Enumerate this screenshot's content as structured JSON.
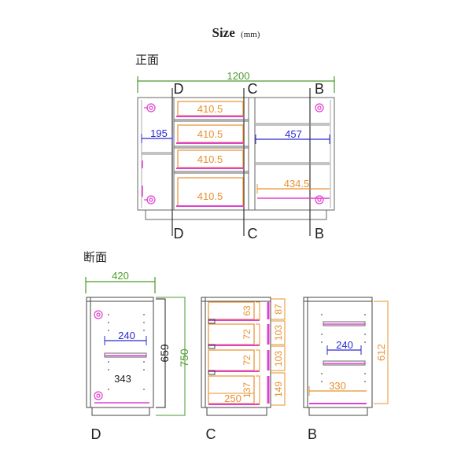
{
  "title": "Size",
  "unit": "(mm)",
  "colors": {
    "green": "#4a9a2c",
    "orange": "#e8902e",
    "blue": "#2a2ad0",
    "magenta": "#e040d0",
    "line": "#555555",
    "dark": "#222222"
  },
  "front": {
    "label": "正面",
    "width": "1200",
    "section_markers": [
      "D",
      "C",
      "B"
    ],
    "drawer_widths": [
      "410.5",
      "410.5",
      "410.5",
      "410.5"
    ],
    "left_shelf": "195",
    "right_shelf": "457",
    "right_bottom": "434.5"
  },
  "section": {
    "label": "断面",
    "D": {
      "marker": "D",
      "depth": "420",
      "shelf_depth": "240",
      "inner_depth": "343",
      "inner_height": "659",
      "total_height": "750"
    },
    "C": {
      "marker": "C",
      "drawer_heights": [
        "63",
        "72",
        "72",
        "137"
      ],
      "right_heights": [
        "87",
        "103",
        "103",
        "149"
      ],
      "bottom_depth": "250"
    },
    "B": {
      "marker": "B",
      "shelf_depth": "240",
      "bottom_depth": "330",
      "height": "612"
    }
  }
}
